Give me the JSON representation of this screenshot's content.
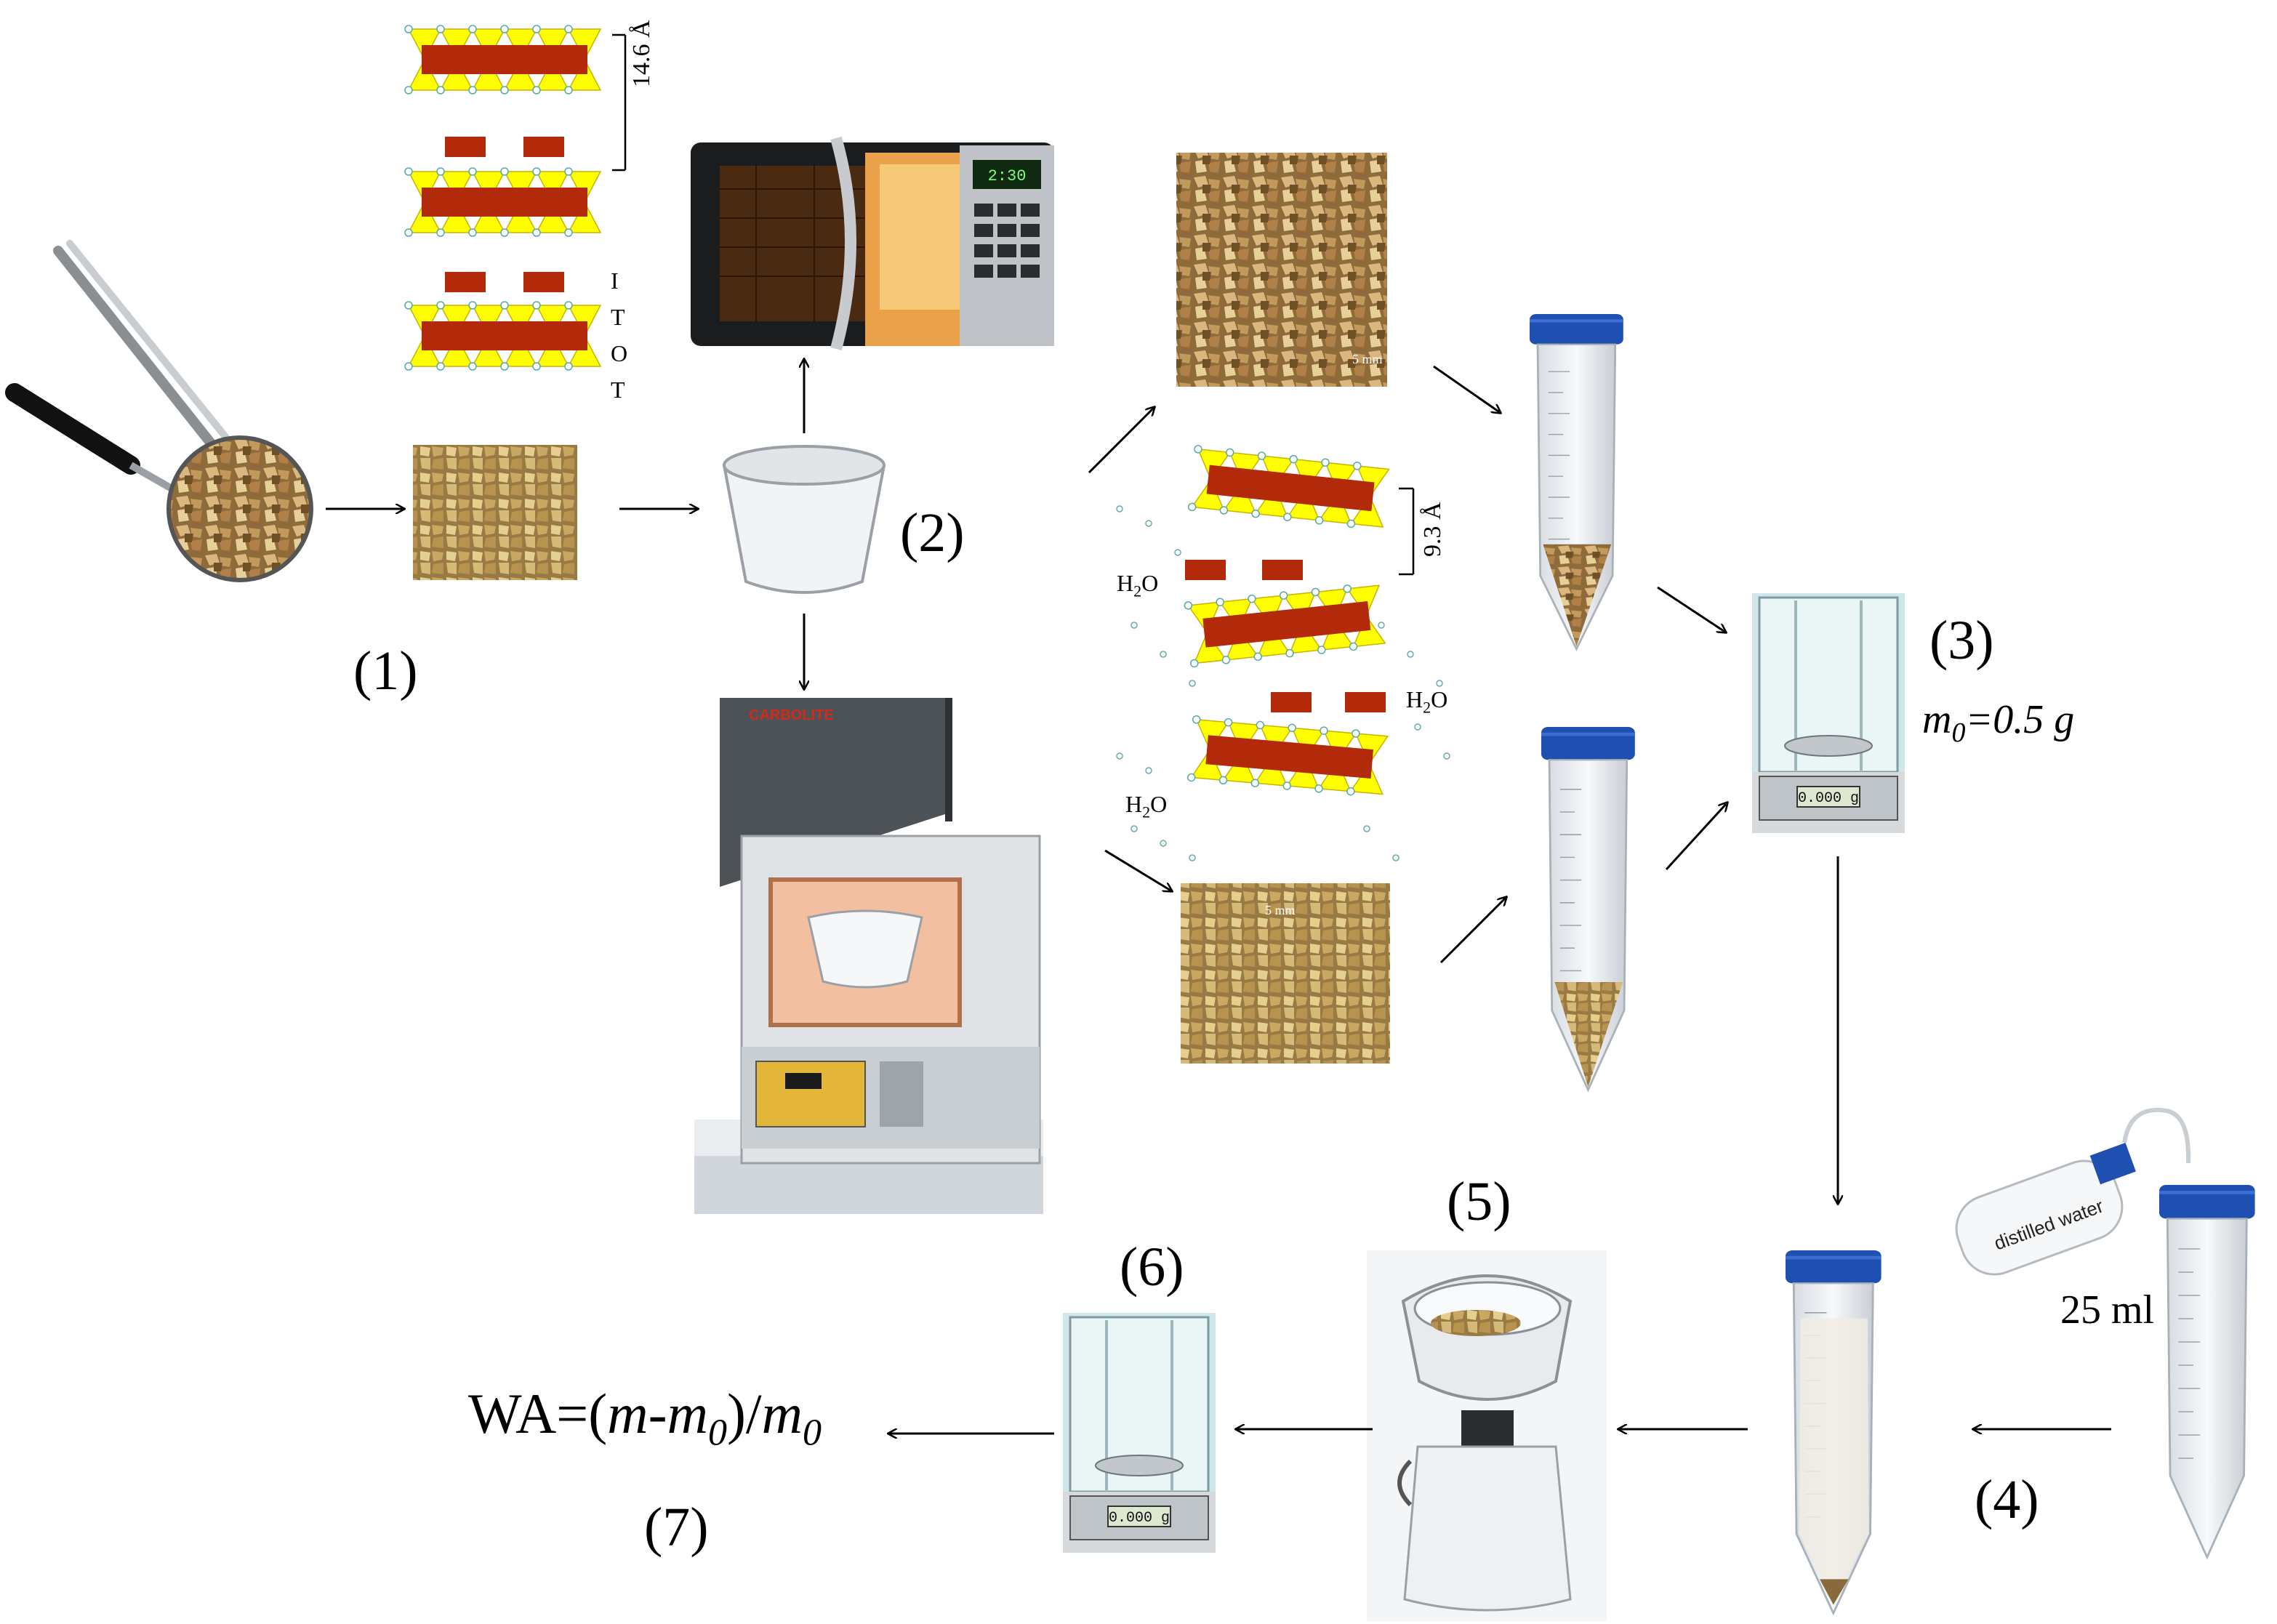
{
  "steps": {
    "s1": "(1)",
    "s2": "(2)",
    "s3": "(3)",
    "s4": "(4)",
    "s5": "(5)",
    "s6": "(6)",
    "s7": "(7)"
  },
  "structure_top": {
    "spacing": "14.6 Å",
    "layer_labels": [
      "I",
      "T",
      "O",
      "T"
    ]
  },
  "structure_mid": {
    "spacing": "9.3 Å",
    "water": "H",
    "water_sub": "2",
    "water_tail": "O"
  },
  "scale_bar": "5 mm",
  "mass": {
    "symbol": "m",
    "sub": "0",
    "value": "=0.5 g"
  },
  "volume": "25 ml",
  "bottle_label": "distilled water",
  "balance_display": "0.000 g",
  "microwave_display": "2:30",
  "furnace_brand": "CARBOLITE",
  "formula": {
    "lhs": "WA=(",
    "m": "m",
    "minus": "-",
    "m0": "m",
    "sub0": "0",
    "mid": ")/",
    "m0b": "m",
    "sub0b": "0"
  },
  "colors": {
    "tetrahedra": "#ffff00",
    "octahedra": "#b22a0a",
    "cap_blue": "#1f4fb0",
    "vermiculite": "#b98b4e"
  },
  "icons": [
    "tweezers-icon",
    "magnifier-icon",
    "crucible-icon",
    "microwave-icon",
    "furnace-icon",
    "centrifuge-tube-icon",
    "balance-icon",
    "wash-bottle-icon",
    "filter-funnel-icon"
  ]
}
